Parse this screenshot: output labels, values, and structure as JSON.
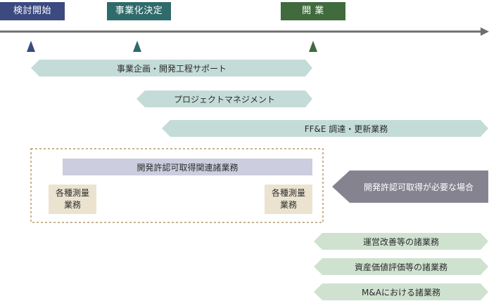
{
  "milestones": {
    "study_start": "検討開始",
    "business_decision": "事業化決定",
    "opening": "開 業"
  },
  "phases": {
    "business_planning": "事業企画・開発工程サポート",
    "project_management": "プロジェクトマネジメント",
    "ffe": "FF&E 調達・更新業務"
  },
  "permits": {
    "permit_services": "開発許認可取得関連諸業務",
    "survey_left": "各種測量\n業務",
    "survey_right": "各種測量\n業務",
    "permit_note": "開発許認可取得が必要な場合"
  },
  "operations": {
    "improvement": "運営改善等の諸業務",
    "valuation": "資産価値評価等の諸業務",
    "ma": "M&Aにおける諸業務"
  },
  "colors": {
    "navy": "#3c4a80",
    "teal": "#2e6b6a",
    "green": "#3f6b3d",
    "teal_light": "#c4dcd8",
    "lavender": "#cccdde",
    "beige": "#ebe3cf",
    "gray_arrow": "#868391",
    "green_light": "#cfe2d0"
  }
}
